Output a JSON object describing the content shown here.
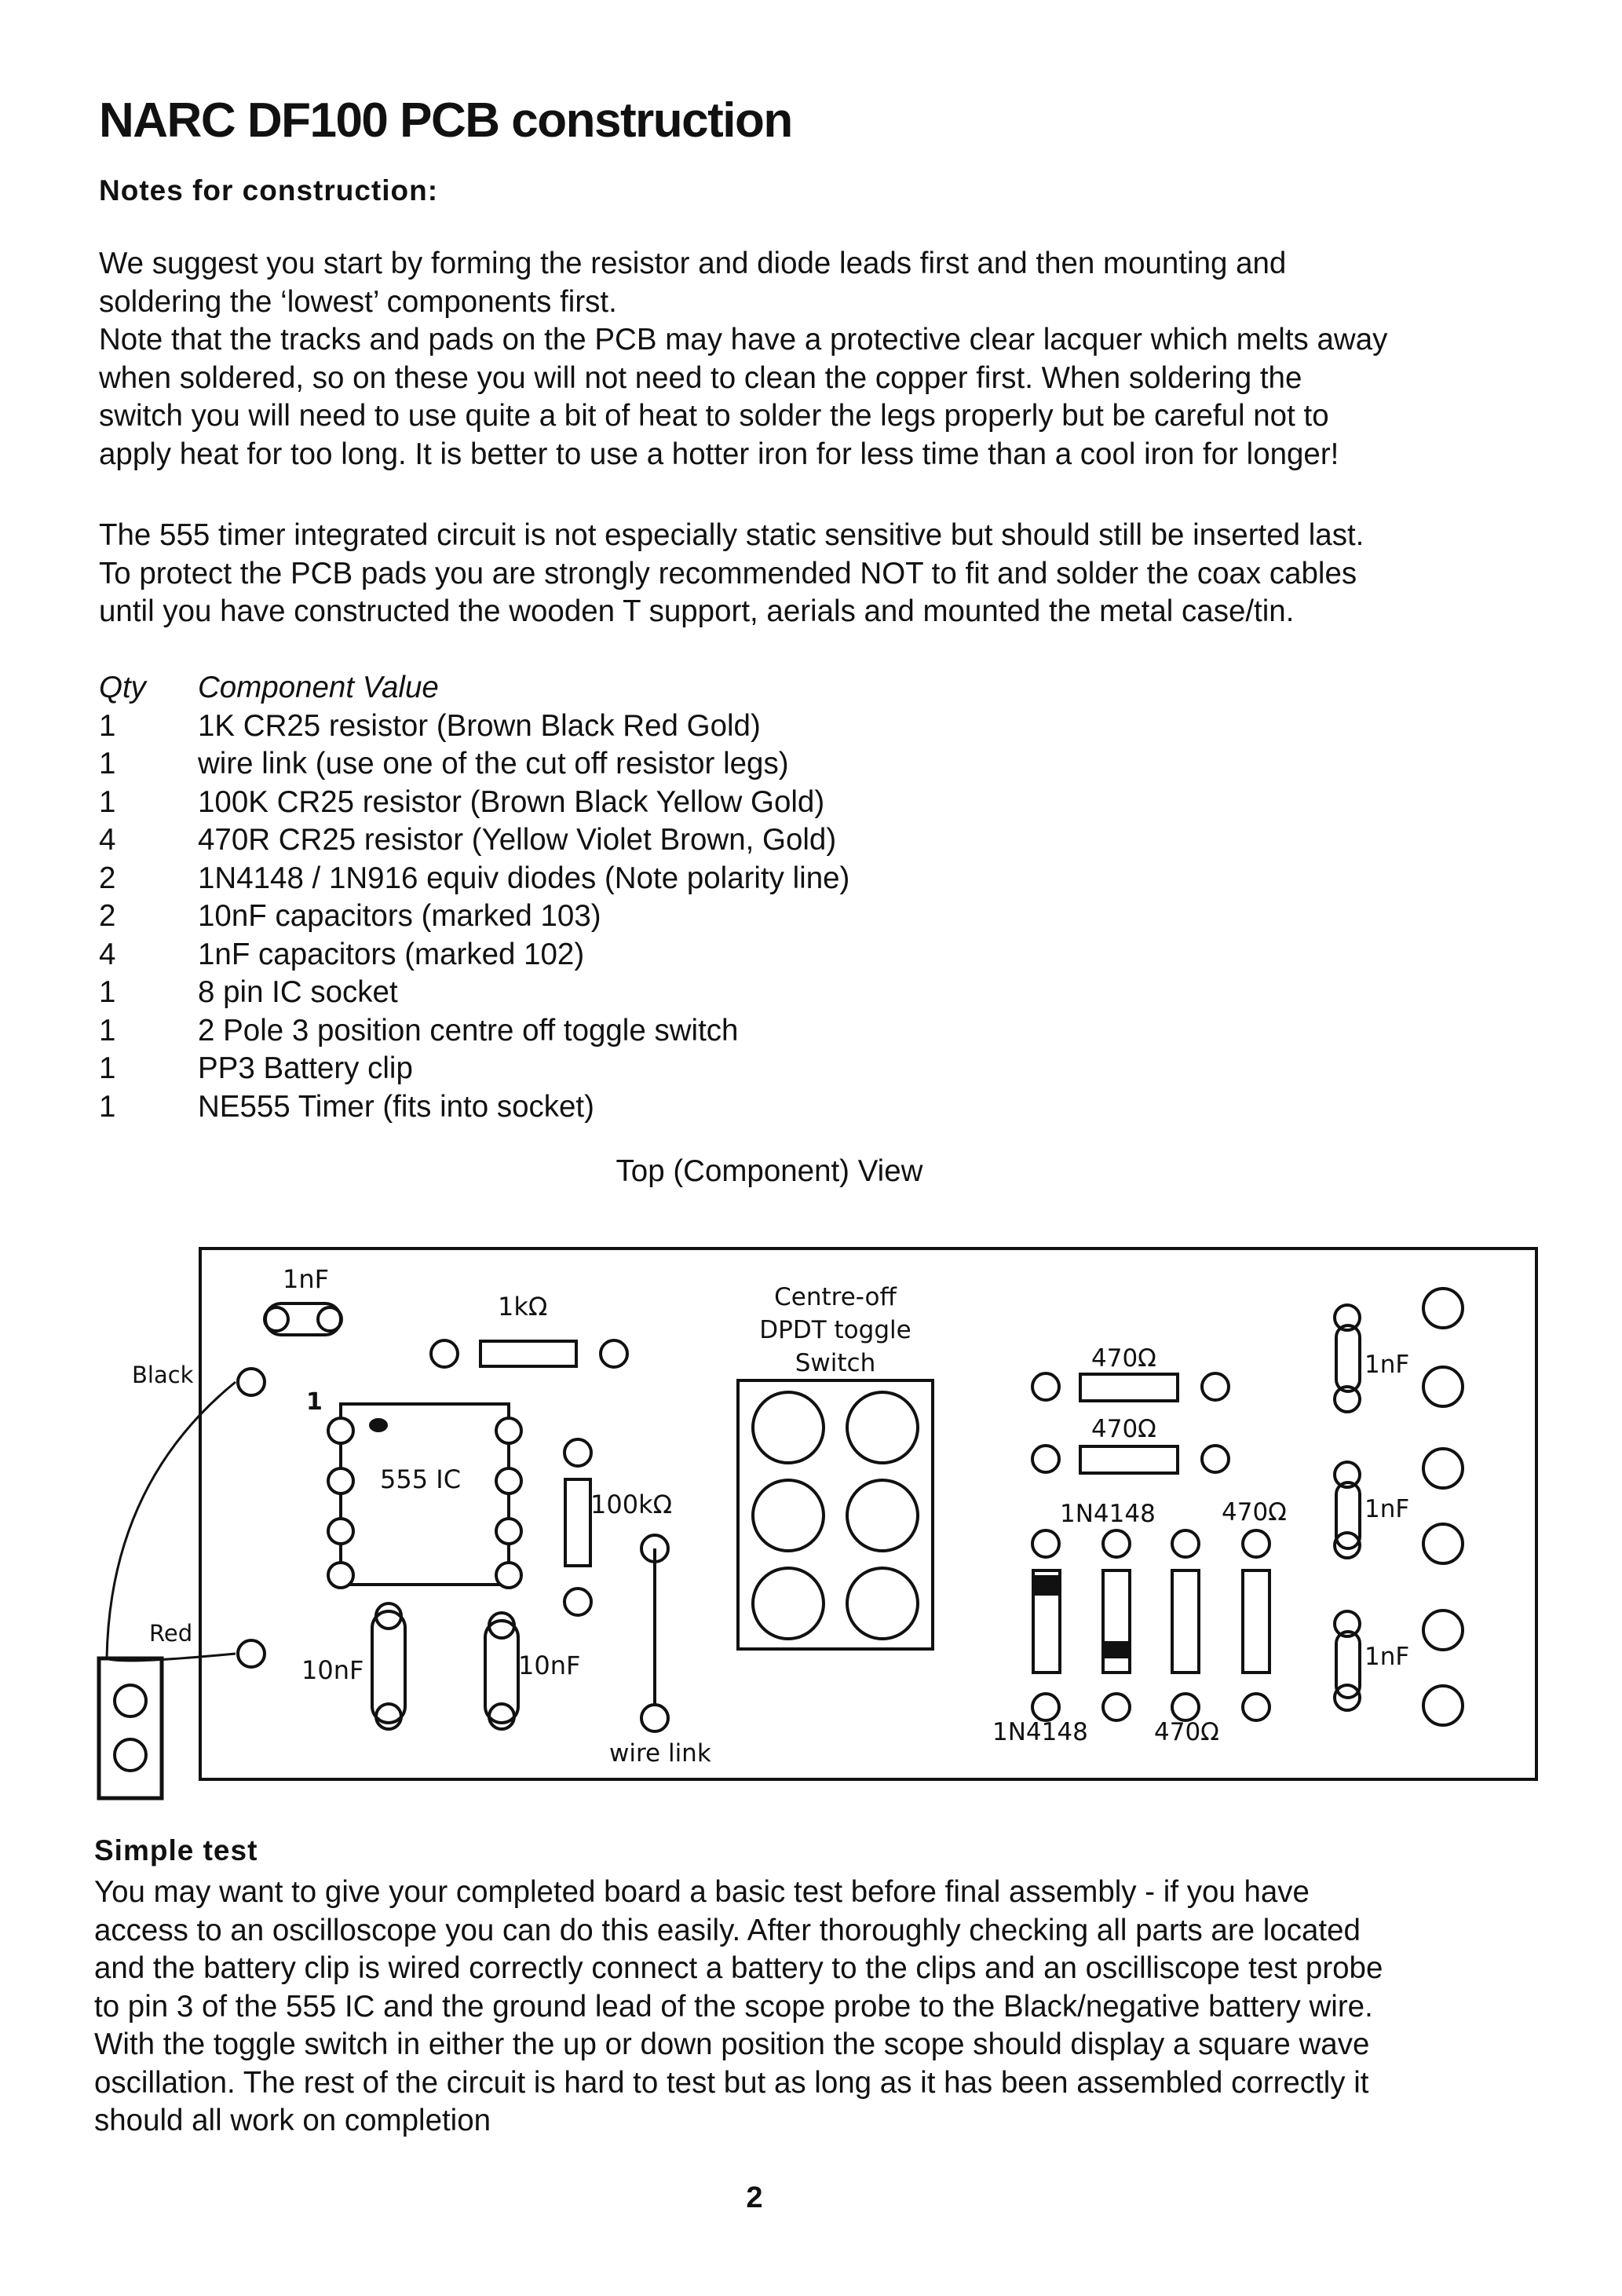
{
  "title": "NARC DF100 PCB construction",
  "notes_heading": "Notes  for  construction:",
  "paragraph_1": [
    "We suggest you start by forming the resistor and diode leads first and then mounting and",
    "soldering the ‘lowest’ components first.",
    "Note that the tracks and pads on the PCB may have a protective clear lacquer which melts away",
    "when soldered, so on these you will  not need to clean the copper first. When soldering the",
    "switch you will need to use quite a bit of heat to solder the legs properly but be careful not to",
    "apply heat for too long. It is better to use a hotter iron for less time than a cool iron for longer!"
  ],
  "paragraph_2": [
    "The 555 timer integrated circuit is not especially static sensitive but should still be inserted last.",
    "To protect the PCB pads you are strongly recommended NOT to fit and solder the coax cables",
    "until you have constructed the wooden T support, aerials and mounted the metal case/tin."
  ],
  "parts_list": {
    "header": {
      "qty": "Qty",
      "value": "Component Value"
    },
    "rows": [
      {
        "qty": "1",
        "value": "1K CR25 resistor (Brown Black Red Gold)"
      },
      {
        "qty": "1",
        "value": "wire link (use one of the cut off resistor legs)"
      },
      {
        "qty": "1",
        "value": "100K CR25 resistor (Brown Black Yellow Gold)"
      },
      {
        "qty": "4",
        "value": "470R CR25 resistor (Yellow Violet Brown, Gold)"
      },
      {
        "qty": "2",
        "value": "1N4148 / 1N916 equiv diodes (Note polarity line)"
      },
      {
        "qty": "2",
        "value": "10nF capacitors (marked 103)"
      },
      {
        "qty": "4",
        "value": "1nF capacitors (marked 102)"
      },
      {
        "qty": "1",
        "value": "8 pin IC socket"
      },
      {
        "qty": "1",
        "value": "2 Pole 3 position centre off toggle switch"
      },
      {
        "qty": "1",
        "value": "PP3 Battery clip"
      },
      {
        "qty": "1",
        "value": "NE555 Timer (fits into socket)"
      }
    ]
  },
  "diagram": {
    "caption": "Top (Component) View",
    "labels": {
      "black": "Black",
      "red": "Red",
      "cap_1nf_top": "1nF",
      "res_1k": "1kΩ",
      "pin1": "1",
      "ic": "555  IC",
      "res_100k": "100kΩ",
      "cap_10nf_left": "10nF",
      "cap_10nf_right": "10nF",
      "wire_link": "wire link",
      "switch_line1": "Centre-off",
      "switch_line2": "DPDT toggle",
      "switch_line3": "Switch",
      "res_470_a": "470Ω",
      "res_470_b": "470Ω",
      "diode_top_label": "1N4148",
      "res_470_top": "470Ω",
      "diode_bottom_label": "1N4148",
      "res_470_bottom": "470Ω",
      "cap_1nf_r1": "1nF",
      "cap_1nf_r2": "1nF",
      "cap_1nf_r3": "1nF"
    }
  },
  "simple_test_heading": "Simple  test",
  "paragraph_3": [
    "You may want to give your completed board a basic test before final assembly - if you have",
    "access to an oscilloscope you can do this easily. After thoroughly checking all parts are located",
    "and the battery clip is wired correctly connect  a battery to the clips and an oscilliscope test probe",
    "to pin 3 of the 555 IC and the ground lead of the scope probe to the Black/negative battery wire.",
    "With the toggle switch in either the up or down position the scope should display a square wave",
    "oscillation. The rest of the circuit is hard to test but as long as it has been assembled correctly it",
    "should all work on completion"
  ],
  "page_number": "2"
}
